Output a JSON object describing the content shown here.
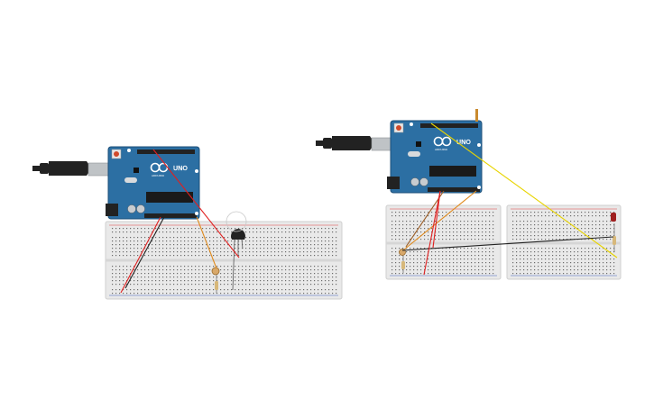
{
  "colors": {
    "board": "#2c6fa3",
    "board_dark": "#1d4f78",
    "breadboard": "#e9e9e9",
    "breadboard_edge": "#cfcfcf",
    "hole": "#6b6b6b",
    "rail_red": "#e04040",
    "rail_blue": "#4060c0",
    "wire_red": "#e02020",
    "wire_black": "#222222",
    "wire_orange": "#e08a1c",
    "wire_yellow": "#e8d400",
    "usb_plug": "#222222",
    "usb_metal": "#bfc3c6"
  },
  "circuits": [
    {
      "arduino": {
        "model": "UNO",
        "brand": "ARDUINO"
      },
      "breadboards": [
        {
          "type": "full"
        }
      ],
      "components": [
        {
          "kind": "npn-transistor"
        },
        {
          "kind": "photoresistor"
        },
        {
          "kind": "resistor"
        }
      ],
      "wires": [
        {
          "color": "red"
        },
        {
          "color": "black"
        },
        {
          "color": "orange"
        },
        {
          "color": "red"
        }
      ]
    },
    {
      "arduino": {
        "model": "UNO",
        "brand": "ARDUINO"
      },
      "breadboards": [
        {
          "type": "half"
        },
        {
          "type": "half"
        }
      ],
      "components": [
        {
          "kind": "photoresistor"
        },
        {
          "kind": "resistor"
        },
        {
          "kind": "led"
        },
        {
          "kind": "resistor"
        }
      ],
      "wires": [
        {
          "color": "orange"
        },
        {
          "color": "red"
        },
        {
          "color": "black"
        },
        {
          "color": "yellow"
        }
      ]
    }
  ],
  "icons": [
    "usb-cable-icon",
    "reset-button-icon",
    "arduino-infinity-logo-icon",
    "atmega-chip-icon"
  ]
}
